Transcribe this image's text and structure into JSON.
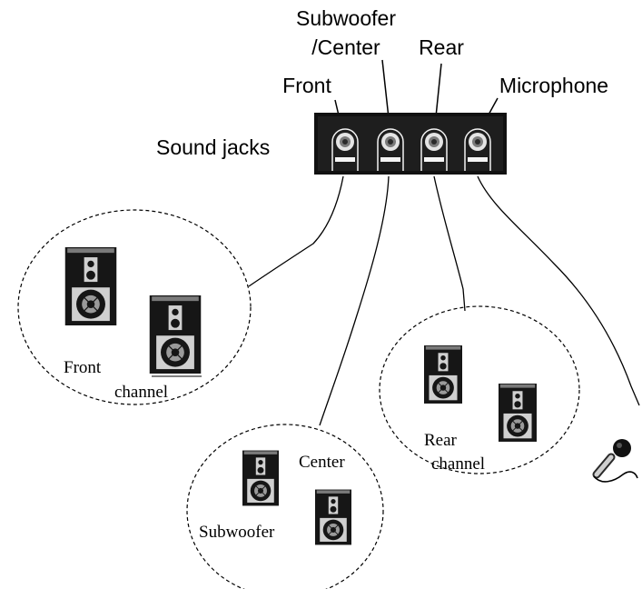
{
  "jack_panel": {
    "label": "Sound jacks",
    "jacks": [
      {
        "label_line1": "Front",
        "label_line2": ""
      },
      {
        "label_line1": "Subwoofer",
        "label_line2": "/Center"
      },
      {
        "label_line1": "Rear",
        "label_line2": ""
      },
      {
        "label_line1": "Microphone",
        "label_line2": ""
      }
    ]
  },
  "groups": {
    "front": {
      "label_line1": "Front",
      "label_line2": "channel"
    },
    "center_sub": {
      "center_label": "Center",
      "subwoofer_label": "Subwoofer"
    },
    "rear": {
      "label_line1": "Rear",
      "label_line2": "channel"
    }
  },
  "colors": {
    "panel": "#111111",
    "speaker_body": "#1a1a1a",
    "speaker_panel": "#c9c9c9",
    "line": "#000000"
  },
  "icons": {
    "speaker": "speaker-icon",
    "microphone": "microphone-icon",
    "jack": "audio-jack-icon"
  }
}
